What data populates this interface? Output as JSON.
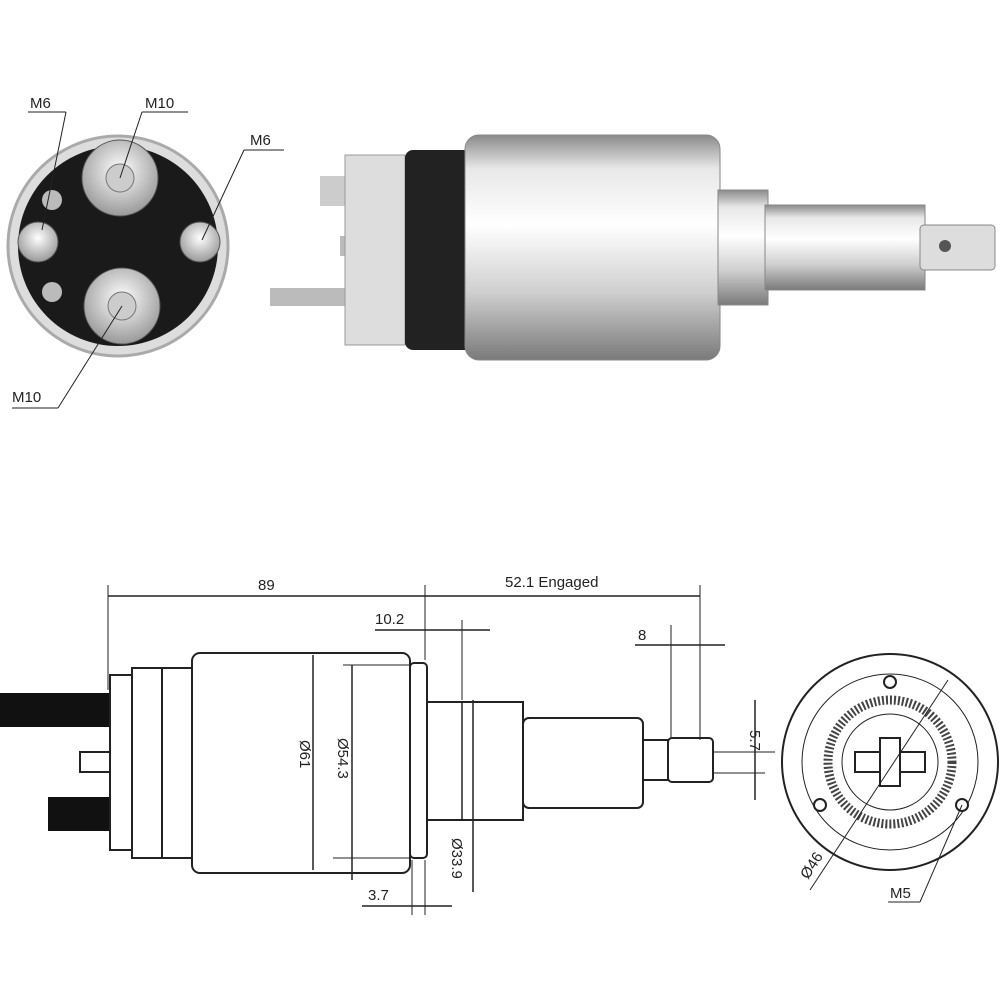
{
  "photo_labels": {
    "top_left_stud": "M6",
    "top_center_stud": "M10",
    "right_stud": "M6",
    "bottom_stud": "M10"
  },
  "dimensions": {
    "overall_length": "89",
    "engaged_stroke": "52.1 Engaged",
    "flange_offset": "10.2",
    "eye_width": "8",
    "eye_hole": "5.7",
    "body_diameter": "Ø61",
    "inner_diameter": "Ø54.3",
    "nose_diameter": "Ø33.9",
    "flange_thickness": "3.7",
    "bolt_circle": "Ø46",
    "mount_thread": "M5"
  }
}
